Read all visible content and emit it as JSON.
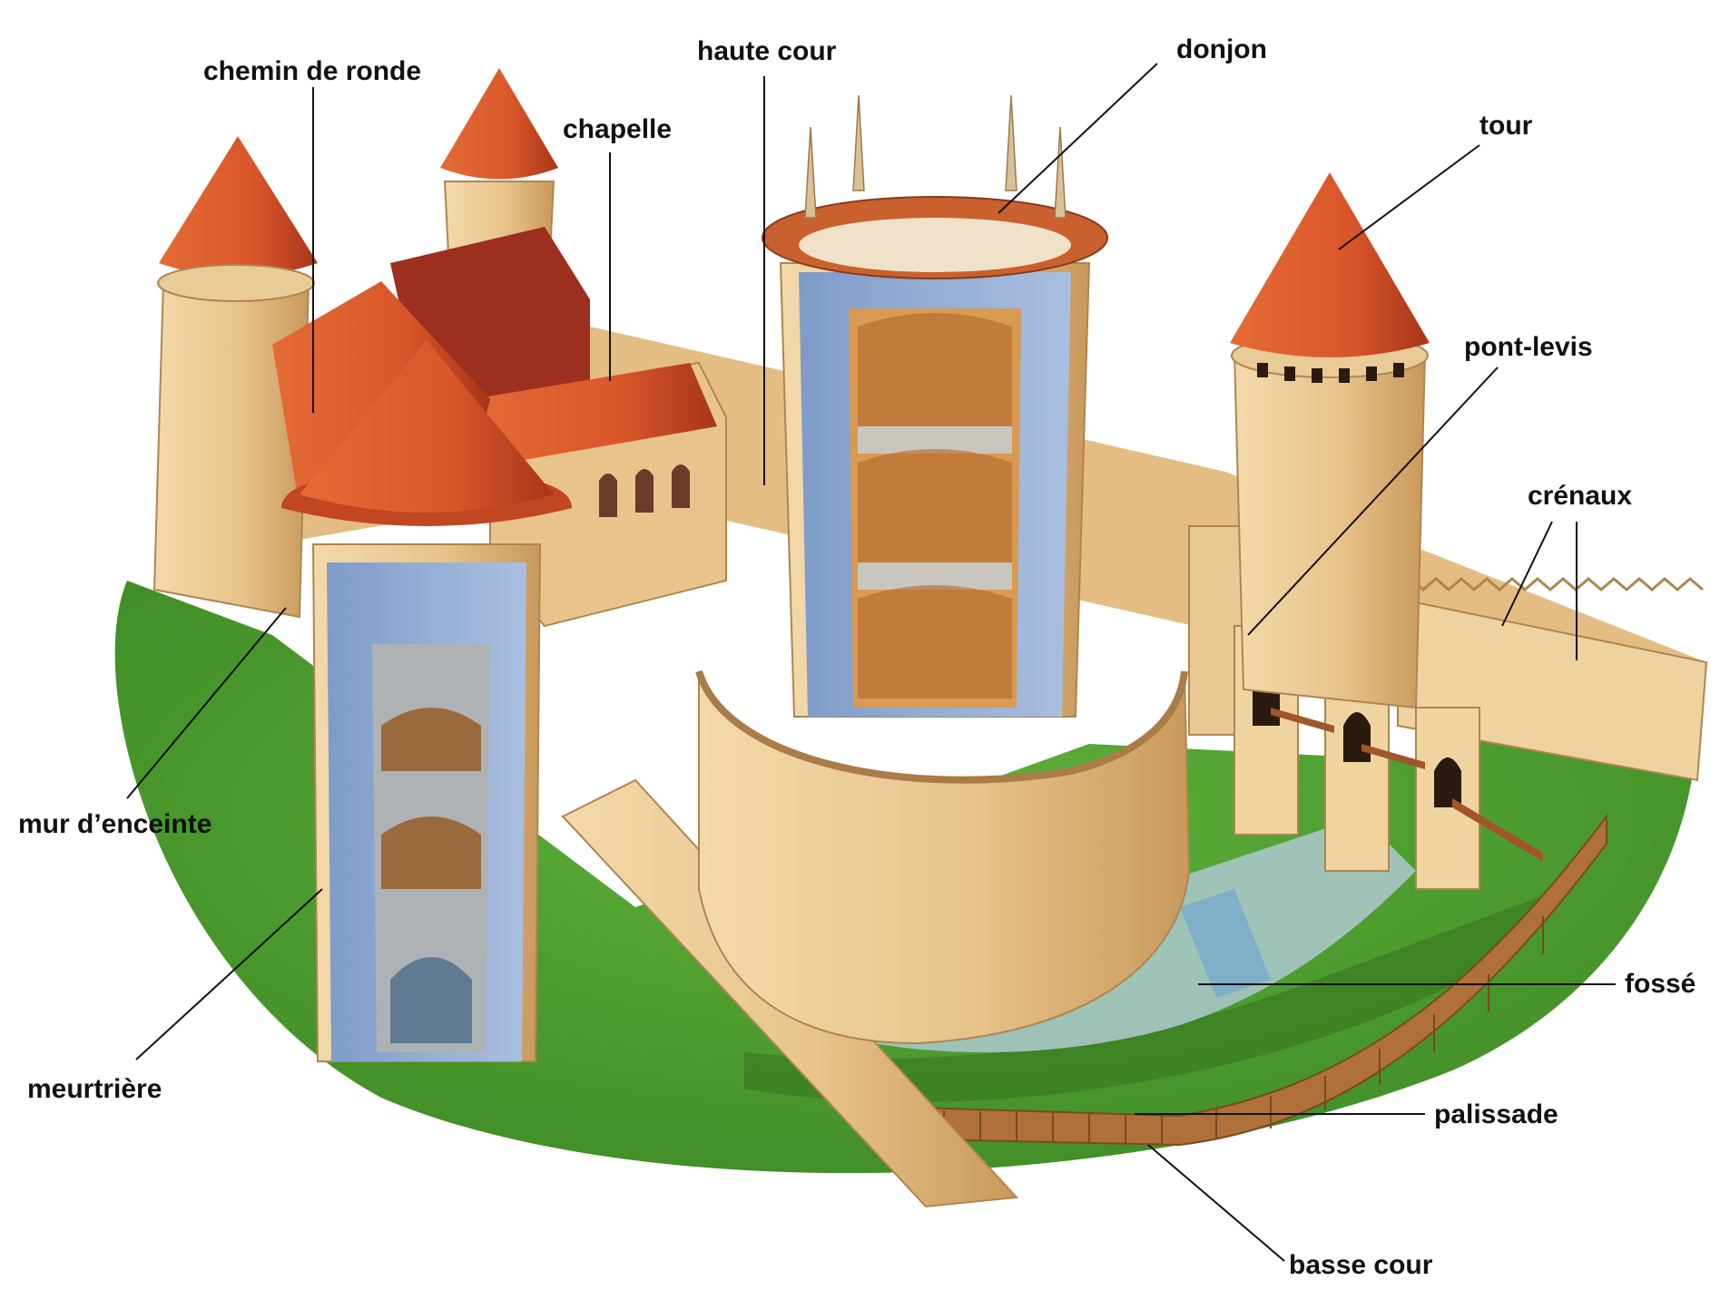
{
  "labels": {
    "chemin_de_ronde": "chemin de ronde",
    "haute_cour": "haute cour",
    "donjon": "donjon",
    "chapelle": "chapelle",
    "tour": "tour",
    "pont_levis": "pont-levis",
    "creneaux": "crénaux",
    "mur_enceinte": "mur d’enceinte",
    "meurtriere": "meurtrière",
    "fosse": "fossé",
    "palissade": "palissade",
    "basse_cour": "basse cour"
  },
  "colors": {
    "roof": "#d9562a",
    "roof_dark": "#a8351a",
    "stone": "#e8c48c",
    "stone_dark": "#c9995c",
    "cutaway": "#8fa9d4",
    "grass": "#4c9a2e",
    "water": "#a8c6c8",
    "wood": "#b0703a"
  }
}
